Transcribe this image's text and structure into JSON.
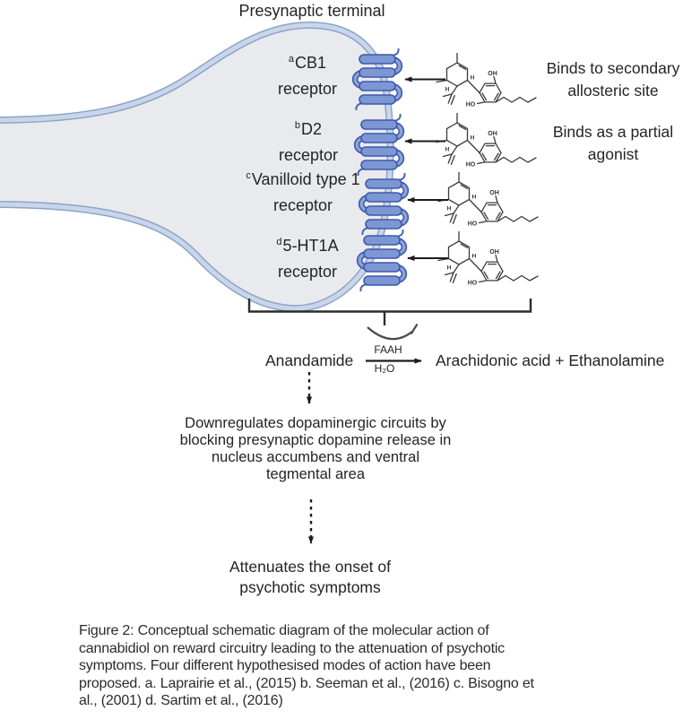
{
  "title": "Presynaptic terminal",
  "receptors": [
    {
      "sup": "a",
      "name": "CB1",
      "line2": "receptor"
    },
    {
      "sup": "b",
      "name": "D2",
      "line2": "receptor"
    },
    {
      "sup": "c",
      "name": "Vanilloid type 1",
      "line2": "receptor"
    },
    {
      "sup": "d",
      "name": "5-HT1A",
      "line2": "receptor"
    }
  ],
  "ligand_annotations": [
    {
      "line1": "Binds to secondary",
      "line2": "allosteric site"
    },
    {
      "line1": "Binds as a partial",
      "line2": "agonist"
    }
  ],
  "molecule": {
    "name": "cannabidiol",
    "oh_label": "OH",
    "ho_label": "HO",
    "h_label_1": "H",
    "h_label_2": "H"
  },
  "reaction": {
    "substrate": "Anandamide",
    "enzyme": "FAAH",
    "cofactor": "H₂O",
    "products": "Arachidonic acid + Ethanolamine"
  },
  "downregulation": {
    "lines": [
      "Downregulates dopaminergic circuits by",
      "blocking presynaptic dopamine release in",
      "nucleus accumbens and ventral",
      "tegmental area"
    ]
  },
  "outcome": {
    "lines": [
      "Attenuates the onset of",
      "psychotic symptoms"
    ]
  },
  "caption": {
    "lines": [
      "Figure 2: Conceptual schematic diagram of the molecular action of",
      "cannabidiol on reward circuitry leading to the attenuation of psychotic",
      "symptoms. Four different hypothesised modes of action have been",
      "proposed. a. Laprairie et al., (2015) b. Seeman et al., (2016) c. Bisogno et",
      "al., (2001) d. Sartim et al., (2016)"
    ]
  },
  "colors": {
    "membrane_outline": "#8da4c8",
    "membrane_band": "#c9d5e9",
    "terminal_fill": "#e9eaee",
    "receptor_fill": "#7d97d5",
    "receptor_outline": "#3e59a9",
    "line_color": "#2d2d2d",
    "text": "#242424"
  }
}
